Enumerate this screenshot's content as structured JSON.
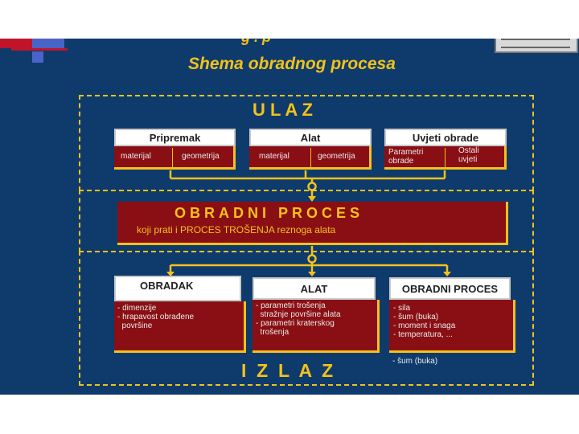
{
  "slide": {
    "cut_title": "g  .  p",
    "title": "Shema obradnog procesa"
  },
  "ulaz": {
    "label": "U L A Z",
    "cards": [
      {
        "title": "Pripremak",
        "cells": [
          "materijal",
          "geometrija"
        ]
      },
      {
        "title": "Alat",
        "cells": [
          "materijal",
          "geometrija"
        ]
      },
      {
        "title": "Uvjeti obrade",
        "cells": [
          "Parametri\nobrade",
          "Ostali\nuvjeti"
        ]
      }
    ]
  },
  "proces": {
    "title": "OBRADNI PROCES",
    "subtitle": "koji prati i PROCES TROŠENJA reznoga alata"
  },
  "izlaz": {
    "label": "I  Z  L  A  Z",
    "cards": [
      {
        "title": "OBRADAK",
        "items": [
          "- dimenzije",
          "- hrapavost obrađene",
          "  površine"
        ]
      },
      {
        "title": "ALAT",
        "items": [
          "- parametri trošenja",
          "  stražnje površine alata",
          "- parametri kraterskog",
          "  trošenja"
        ]
      },
      {
        "title": "OBRADNI PROCES",
        "items": [
          "- sila",
          "- šum (buka)",
          "- moment i snaga",
          "- temperatura, ..."
        ]
      }
    ],
    "extra_note": "- šum (buka)"
  },
  "colors": {
    "background": "#0e3b6c",
    "accent": "#f3c21a",
    "box": "#8a0f14",
    "card_head": "#ffffff"
  }
}
